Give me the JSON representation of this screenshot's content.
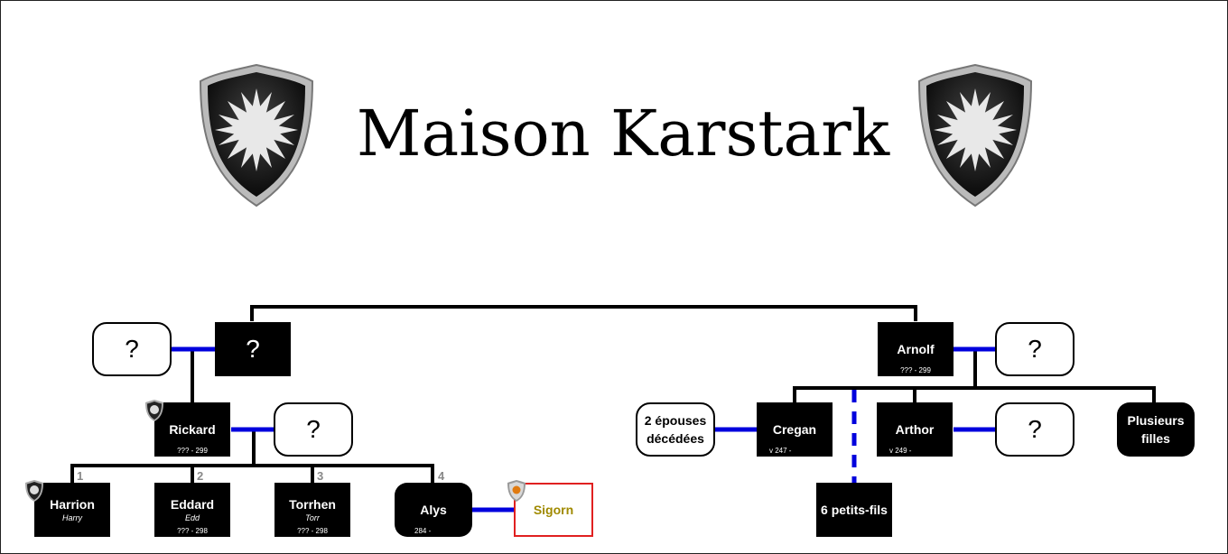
{
  "title": "Maison Karstark",
  "unknown": "?",
  "people": {
    "founder": {
      "name": "?"
    },
    "founder_spouse": {
      "name": "?"
    },
    "rickard": {
      "name": "Rickard",
      "dates": "??? - 299"
    },
    "rickard_spouse": {
      "name": "?"
    },
    "harrion": {
      "name": "Harrion",
      "nickname": "Harry",
      "order": "1"
    },
    "eddard": {
      "name": "Eddard",
      "nickname": "Edd",
      "dates": "??? - 298",
      "order": "2"
    },
    "torrhen": {
      "name": "Torrhen",
      "nickname": "Torr",
      "dates": "??? - 298",
      "order": "3"
    },
    "alys": {
      "name": "Alys",
      "dates": "284 -",
      "order": "4"
    },
    "sigorn": {
      "name": "Sigorn"
    },
    "arnolf": {
      "name": "Arnolf",
      "dates": "??? - 299"
    },
    "arnolf_spouse": {
      "name": "?"
    },
    "cregan": {
      "name": "Cregan",
      "dates": "v 247 -"
    },
    "cregan_wives": {
      "line1": "2 épouses",
      "line2": "décédées"
    },
    "arthor": {
      "name": "Arthor",
      "dates": "v 249 -"
    },
    "arthor_spouse": {
      "name": "?"
    },
    "daughters": {
      "line1": "Plusieurs",
      "line2": "filles"
    },
    "grandsons": {
      "name": "6 petits-fils"
    }
  },
  "colors": {
    "line": "#000000",
    "marriage": "#0000dd",
    "sigorn_border": "#e02020",
    "sigorn_text": "#a08a00"
  },
  "icons": {
    "house_sigil": "karstark-sunburst-shield-icon",
    "thenn_sigil": "thenn-shield-icon"
  }
}
